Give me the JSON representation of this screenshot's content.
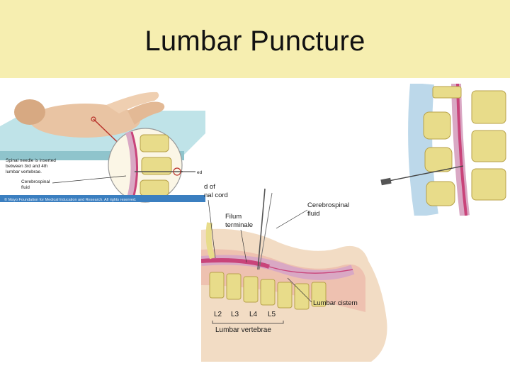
{
  "slide": {
    "title": "Lumbar Puncture"
  },
  "left_figure": {
    "needle_note_1": "Spinal needle is inserted",
    "needle_note_2": "between 3rd and 4th",
    "needle_note_3": "lumbar vertebrae.",
    "csf_1": "Cerebrospinal",
    "csf_2": "fluid",
    "copyright": "© Mayo Foundation for Medical Education and Research. All rights reserved.",
    "edge_label": "ed"
  },
  "main_figure": {
    "end_cord_1": "d of",
    "end_cord_2": "nal cord",
    "filum_1": "Filum",
    "filum_2": "terminale",
    "csf_1": "Cerebrospinal",
    "csf_2": "fluid",
    "lumbar_cistern": "Lumbar cistern",
    "vertebra_labels": [
      "L2",
      "L3",
      "L4",
      "L5"
    ],
    "vertebrae_caption": "Lumbar vertebrae"
  },
  "colors": {
    "title_band": "#f6eeb0",
    "bone": "#e8dc8a",
    "bone_edge": "#b8a24a",
    "skin": "#eecfb0",
    "cord": "#c9447a",
    "csf_band": "#d9a8c4",
    "table": "#9ed0d8"
  }
}
